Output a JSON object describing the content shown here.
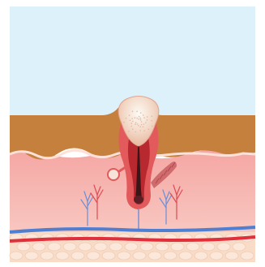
{
  "diagram": {
    "colors": {
      "sky": "#dcf1fa",
      "epidermis": "#c4803c",
      "epidermis_edge": "#b06e2e",
      "dermis_upper": "#f5a7a4",
      "dermis_lower": "#f8c7c0",
      "wavy_line": "#fde1d8",
      "follicle_outer": "#e25a5c",
      "follicle_inner": "#b8282f",
      "hair": "#3a1618",
      "pimple_top": "#fdfaf4",
      "pimple_mid": "#f2d6c4",
      "gland": "#f7e4d8",
      "muscle": "#cf6b6d",
      "nerve_red": "#e04a52",
      "nerve_blue": "#6b8fd6",
      "blood_vessel_red": "#e0303c",
      "blood_vessel_blue": "#4f7fd2",
      "fat": "#f8dcc8",
      "fat_cell": "#fbe8da"
    },
    "parts": [
      "sky",
      "epidermis",
      "dermis",
      "pimple",
      "hair-follicle",
      "hair-shaft",
      "sebaceous-gland",
      "arrector-pili-muscle",
      "nerve-endings",
      "blood-vessels",
      "fat-layer"
    ]
  }
}
